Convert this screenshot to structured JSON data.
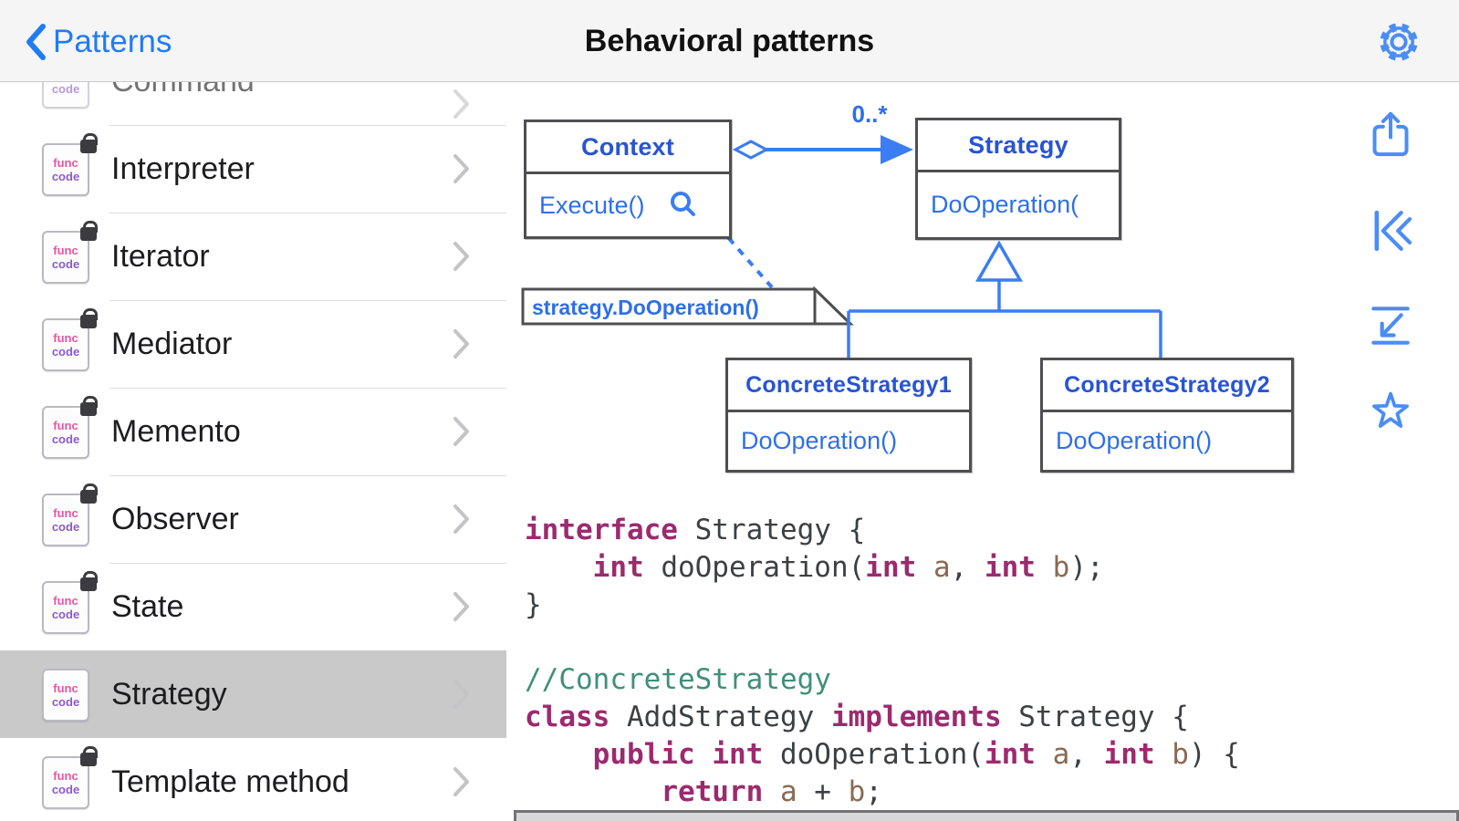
{
  "nav": {
    "back_label": "Patterns",
    "title": "Behavioral patterns"
  },
  "sidebar": {
    "items": [
      {
        "label": "Command",
        "locked": true,
        "selected": false,
        "partial": true
      },
      {
        "label": "Interpreter",
        "locked": true,
        "selected": false,
        "partial": false
      },
      {
        "label": "Iterator",
        "locked": true,
        "selected": false,
        "partial": false
      },
      {
        "label": "Mediator",
        "locked": true,
        "selected": false,
        "partial": false
      },
      {
        "label": "Memento",
        "locked": true,
        "selected": false,
        "partial": false
      },
      {
        "label": "Observer",
        "locked": true,
        "selected": false,
        "partial": false
      },
      {
        "label": "State",
        "locked": true,
        "selected": false,
        "partial": false
      },
      {
        "label": "Strategy",
        "locked": false,
        "selected": true,
        "partial": false
      },
      {
        "label": "Template method",
        "locked": true,
        "selected": false,
        "partial": false
      }
    ],
    "doc_icon_line1": "func",
    "doc_icon_line2": "code"
  },
  "toolbar_icons": [
    "gear",
    "share",
    "skip-to-start",
    "jump-to-bottom",
    "favorite-star"
  ],
  "diagram": {
    "classes": [
      {
        "name": "Context",
        "member": "Execute()"
      },
      {
        "name": "Strategy",
        "member": "DoOperation("
      },
      {
        "name": "ConcreteStrategy1",
        "member": "DoOperation()"
      },
      {
        "name": "ConcreteStrategy2",
        "member": "DoOperation()"
      }
    ],
    "multiplicity": "0..*",
    "note": "strategy.DoOperation()"
  },
  "code": {
    "lines": [
      [
        {
          "t": "kw",
          "s": "interface"
        },
        {
          "t": "pl",
          "s": " Strategy {"
        }
      ],
      [
        {
          "t": "pl",
          "s": "    "
        },
        {
          "t": "kw",
          "s": "int"
        },
        {
          "t": "pl",
          "s": " doOperation("
        },
        {
          "t": "kw",
          "s": "int"
        },
        {
          "t": "pl",
          "s": " "
        },
        {
          "t": "id",
          "s": "a"
        },
        {
          "t": "pl",
          "s": ", "
        },
        {
          "t": "kw",
          "s": "int"
        },
        {
          "t": "pl",
          "s": " "
        },
        {
          "t": "id",
          "s": "b"
        },
        {
          "t": "pl",
          "s": ");"
        }
      ],
      [
        {
          "t": "pl",
          "s": "}"
        }
      ],
      [],
      [
        {
          "t": "cm",
          "s": "//ConcreteStrategy"
        }
      ],
      [
        {
          "t": "kw",
          "s": "class"
        },
        {
          "t": "pl",
          "s": " AddStrategy "
        },
        {
          "t": "kw",
          "s": "implements"
        },
        {
          "t": "pl",
          "s": " Strategy {"
        }
      ],
      [
        {
          "t": "pl",
          "s": "    "
        },
        {
          "t": "kw",
          "s": "public"
        },
        {
          "t": "pl",
          "s": " "
        },
        {
          "t": "kw",
          "s": "int"
        },
        {
          "t": "pl",
          "s": " doOperation("
        },
        {
          "t": "kw",
          "s": "int"
        },
        {
          "t": "pl",
          "s": " "
        },
        {
          "t": "id",
          "s": "a"
        },
        {
          "t": "pl",
          "s": ", "
        },
        {
          "t": "kw",
          "s": "int"
        },
        {
          "t": "pl",
          "s": " "
        },
        {
          "t": "id",
          "s": "b"
        },
        {
          "t": "pl",
          "s": ") {"
        }
      ],
      [
        {
          "t": "pl",
          "s": "        "
        },
        {
          "t": "kw",
          "s": "return"
        },
        {
          "t": "pl",
          "s": " "
        },
        {
          "t": "id",
          "s": "a"
        },
        {
          "t": "pl",
          "s": " + "
        },
        {
          "t": "id",
          "s": "b"
        },
        {
          "t": "pl",
          "s": ";"
        }
      ],
      [
        {
          "t": "pl",
          "s": "    }"
        }
      ]
    ]
  },
  "colors": {
    "accent_blue": "#1f7cf5",
    "diagram_title_blue": "#2854d4",
    "diagram_text_blue": "#2e6fe8",
    "connector_blue": "#3b7df2",
    "keyword": "#9c2a6e",
    "comment": "#3f9077",
    "identifier": "#8a6a52",
    "selected_row": "#c9c9c9"
  }
}
